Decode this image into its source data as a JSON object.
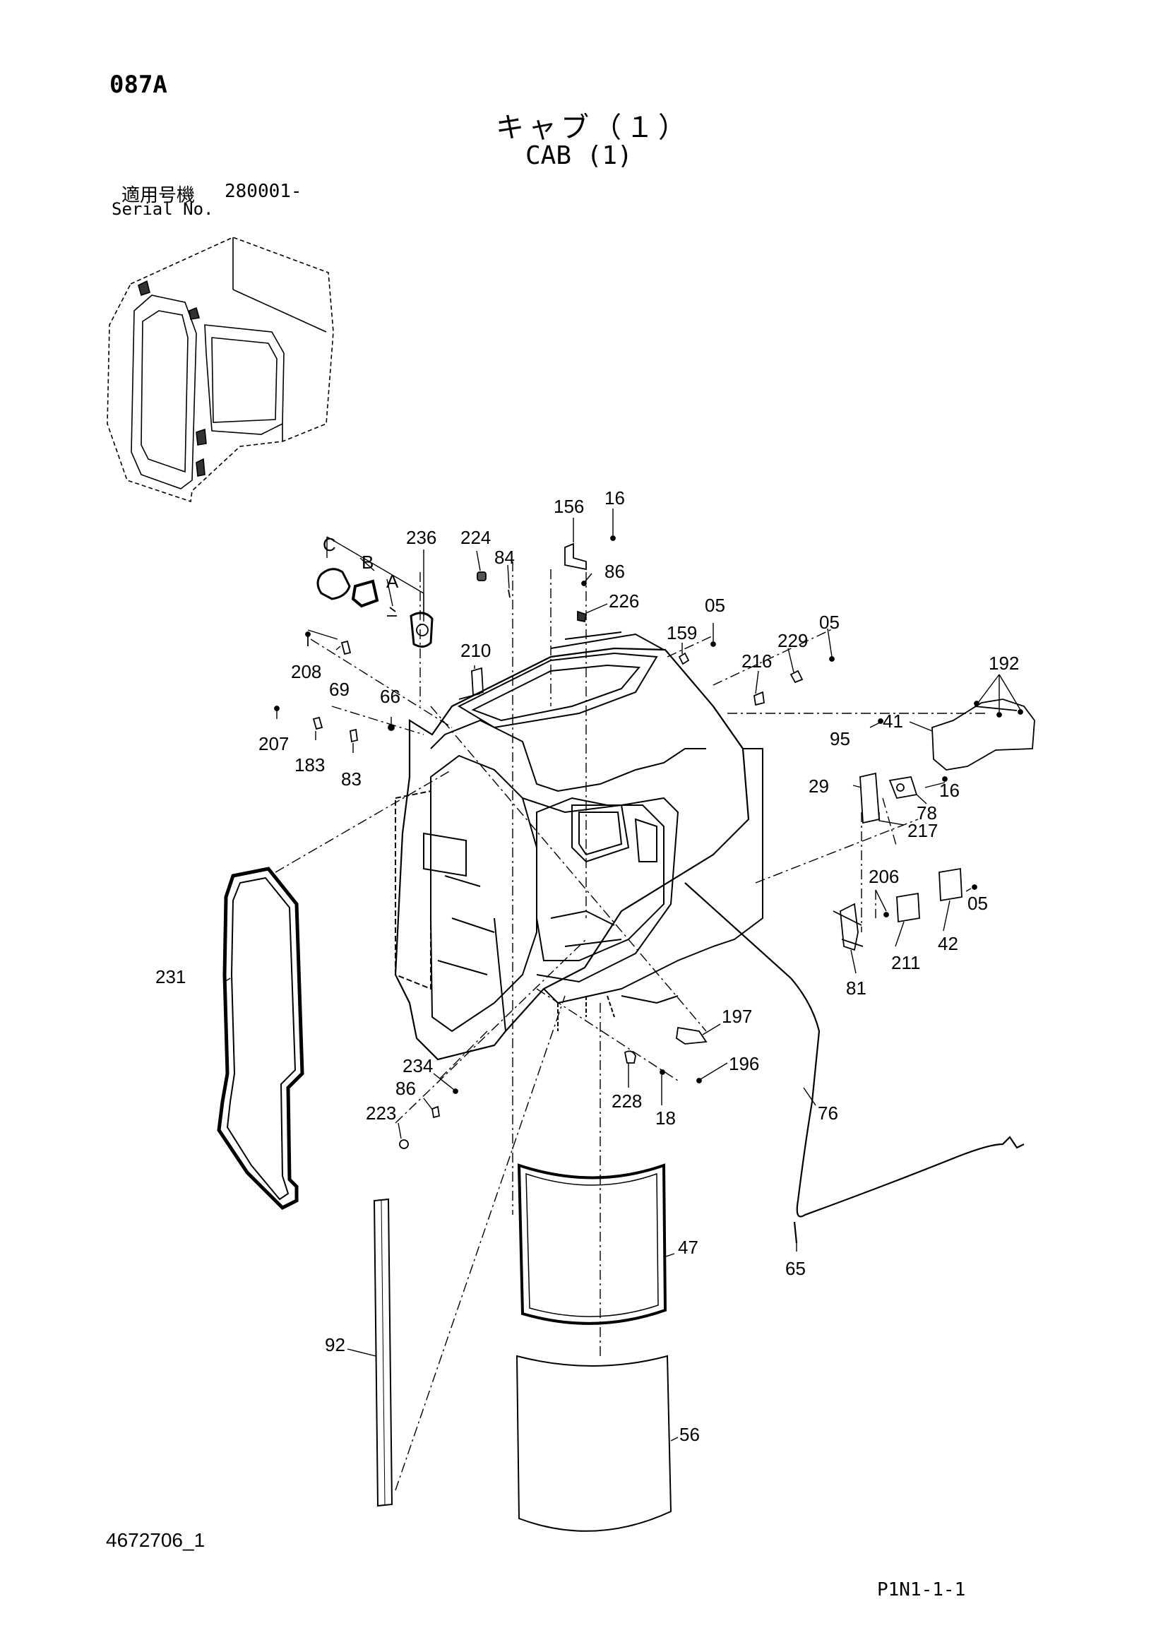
{
  "header": {
    "page_code": "087A",
    "title_jp": "キャブ（１）",
    "title_en": "CAB (1)",
    "serial_label_jp": "適用号機",
    "serial_value": "280001-",
    "serial_label_en": "Serial No."
  },
  "footer": {
    "doc_number": "4672706_1",
    "sheet_ref": "P1N1-1-1"
  },
  "parts": [
    {
      "id": "p156",
      "label": "156"
    },
    {
      "id": "p16a",
      "label": "16"
    },
    {
      "id": "p236",
      "label": "236"
    },
    {
      "id": "p224",
      "label": "224"
    },
    {
      "id": "p84",
      "label": "84"
    },
    {
      "id": "pC",
      "label": "C"
    },
    {
      "id": "pB",
      "label": "B"
    },
    {
      "id": "pA",
      "label": "A"
    },
    {
      "id": "p86a",
      "label": "86"
    },
    {
      "id": "p226",
      "label": "226"
    },
    {
      "id": "p159",
      "label": "159"
    },
    {
      "id": "p05a",
      "label": "05"
    },
    {
      "id": "p05b",
      "label": "05"
    },
    {
      "id": "p229",
      "label": "229"
    },
    {
      "id": "p216",
      "label": "216"
    },
    {
      "id": "p192",
      "label": "192"
    },
    {
      "id": "p210",
      "label": "210"
    },
    {
      "id": "p208",
      "label": "208"
    },
    {
      "id": "p69",
      "label": "69"
    },
    {
      "id": "p66",
      "label": "66"
    },
    {
      "id": "p41",
      "label": "41"
    },
    {
      "id": "p95",
      "label": "95"
    },
    {
      "id": "p207",
      "label": "207"
    },
    {
      "id": "p183",
      "label": "183"
    },
    {
      "id": "p83",
      "label": "83"
    },
    {
      "id": "p29",
      "label": "29"
    },
    {
      "id": "p16b",
      "label": "16"
    },
    {
      "id": "p78",
      "label": "78"
    },
    {
      "id": "p217",
      "label": "217"
    },
    {
      "id": "p206",
      "label": "206"
    },
    {
      "id": "p05c",
      "label": "05"
    },
    {
      "id": "p42",
      "label": "42"
    },
    {
      "id": "p211",
      "label": "211"
    },
    {
      "id": "p81",
      "label": "81"
    },
    {
      "id": "p231",
      "label": "231"
    },
    {
      "id": "p197",
      "label": "197"
    },
    {
      "id": "p196",
      "label": "196"
    },
    {
      "id": "p234",
      "label": "234"
    },
    {
      "id": "p86b",
      "label": "86"
    },
    {
      "id": "p223",
      "label": "223"
    },
    {
      "id": "p228",
      "label": "228"
    },
    {
      "id": "p18",
      "label": "18"
    },
    {
      "id": "p76",
      "label": "76"
    },
    {
      "id": "p47",
      "label": "47"
    },
    {
      "id": "p65",
      "label": "65"
    },
    {
      "id": "p92",
      "label": "92"
    },
    {
      "id": "p56",
      "label": "56"
    }
  ]
}
